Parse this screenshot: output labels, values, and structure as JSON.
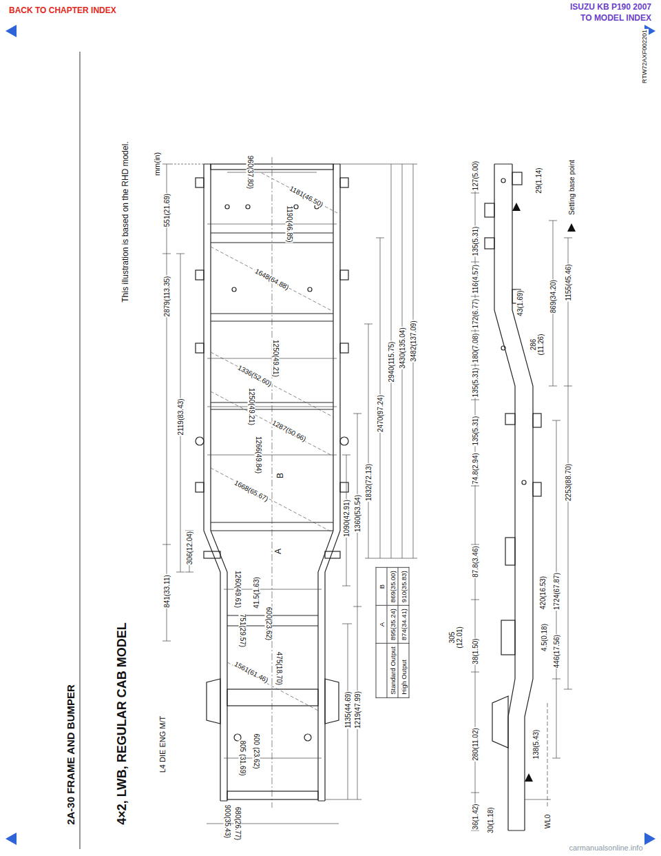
{
  "diagram": {
    "title": "4×2, LWB, REGULAR CAB MODEL",
    "labels": [
      "BACK TO CHAPTER INDEX",
      "ISUZU KB P190 2007",
      "TO MODEL INDEX",
      "2A-30 FRAME AND BUMPER",
      "This illustration is based on the RHD model.",
      "mm(in)",
      "L4 DIE ENG M/T",
      "RTW72AXF002201",
      "841(33.11)",
      "2879(113.35)",
      "551(21.69)",
      "2119(83.43)",
      "306(12.04)",
      "960(37.80)",
      "1181(46.50)",
      "1190(46.85)",
      "1648(64.88)",
      "1250(49.21)",
      "1336(52.60)",
      "1250(49.21)",
      "1287(50.66)",
      "1266(49.84)",
      "B",
      "1668(65.67)",
      "A",
      "1260(49.61)",
      "41.5(1.63)",
      "751(29.57)",
      "600(23.62)",
      "475(18.70)",
      "1561(61.46)",
      "805 (31.69)",
      "600 (23.62)",
      "680(26.77)",
      "900(35.43)",
      "1135(44.69)",
      "1219(47.99)",
      "1090(42.91)",
      "1360(53.54)",
      "1832(72.13)",
      "2470(97.24)",
      "2940(115.75)",
      "3430(135.04)",
      "3482(137.09)",
      "A",
      "B",
      "Standard Output",
      "895(35.24)",
      "869(35.00)",
      "High Output",
      "874(34.41)",
      "910(35.83)",
      "127(5.00)",
      "29(1.14)",
      "135(5.31)",
      "116(4.57)",
      "172(6.77)",
      "43(1.69)",
      "180(7.08)",
      "286 (11.26)",
      "869(34.20)",
      "1155(45.46)",
      "135(5.31)",
      "135(5.31)",
      "74.8(2.94)",
      "2253(88.70)",
      "87.8(3.46)",
      "1724(67.87)",
      "420(16.53)",
      "305 (12.01)",
      "38(1.50)",
      "4.5(0.18)",
      "446(17.56)",
      "280(11.02)",
      "138(5.43)",
      "36(1.42)",
      "30(1.18)",
      "WL0",
      "carmanualsonline.info"
    ],
    "legend": [
      {
        "text": "Setting base point"
      }
    ]
  }
}
